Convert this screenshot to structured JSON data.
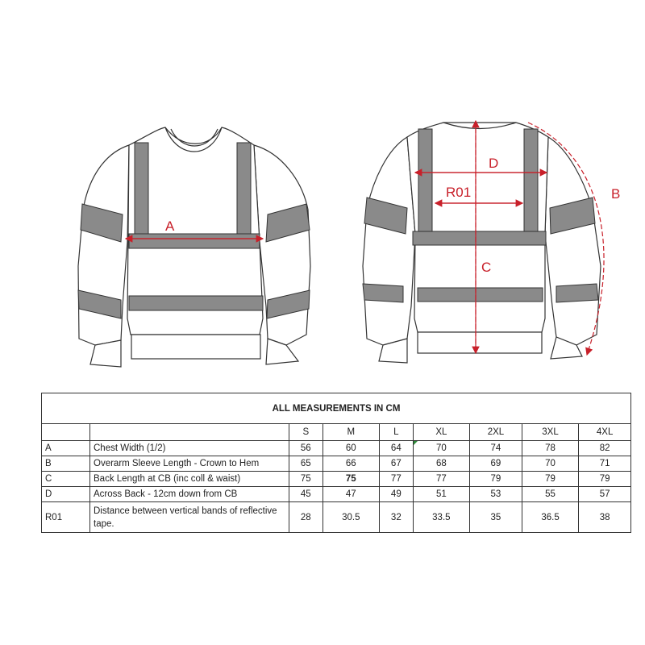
{
  "diagram": {
    "front_labels": {
      "chest": "A"
    },
    "back_labels": {
      "across_back": "D",
      "bands": "R01",
      "length": "C",
      "sleeve": "B"
    },
    "colors": {
      "dimension": "#c8202a",
      "garment_outline": "#333333",
      "reflective_band": "#8a8a8a"
    }
  },
  "table": {
    "title": "ALL MEASUREMENTS IN CM",
    "sizes": [
      "S",
      "M",
      "L",
      "XL",
      "2XL",
      "3XL",
      "4XL"
    ],
    "rows": [
      {
        "code": "A",
        "description": "Chest Width (1/2)",
        "values": [
          "56",
          "60",
          "64",
          "70",
          "74",
          "78",
          "82"
        ]
      },
      {
        "code": "B",
        "description": "Overarm Sleeve Length - Crown to Hem",
        "values": [
          "65",
          "66",
          "67",
          "68",
          "69",
          "70",
          "71"
        ]
      },
      {
        "code": "C",
        "description": "Back Length at CB (inc coll & waist)",
        "values": [
          "75",
          "75",
          "77",
          "77",
          "79",
          "79",
          "79"
        ]
      },
      {
        "code": "D",
        "description": "Across Back - 12cm down from CB",
        "values": [
          "45",
          "47",
          "49",
          "51",
          "53",
          "55",
          "57"
        ]
      },
      {
        "code": "R01",
        "description": "Distance between vertical bands of reflective tape.",
        "values": [
          "28",
          "30.5",
          "32",
          "33.5",
          "35",
          "36.5",
          "38"
        ]
      }
    ]
  }
}
